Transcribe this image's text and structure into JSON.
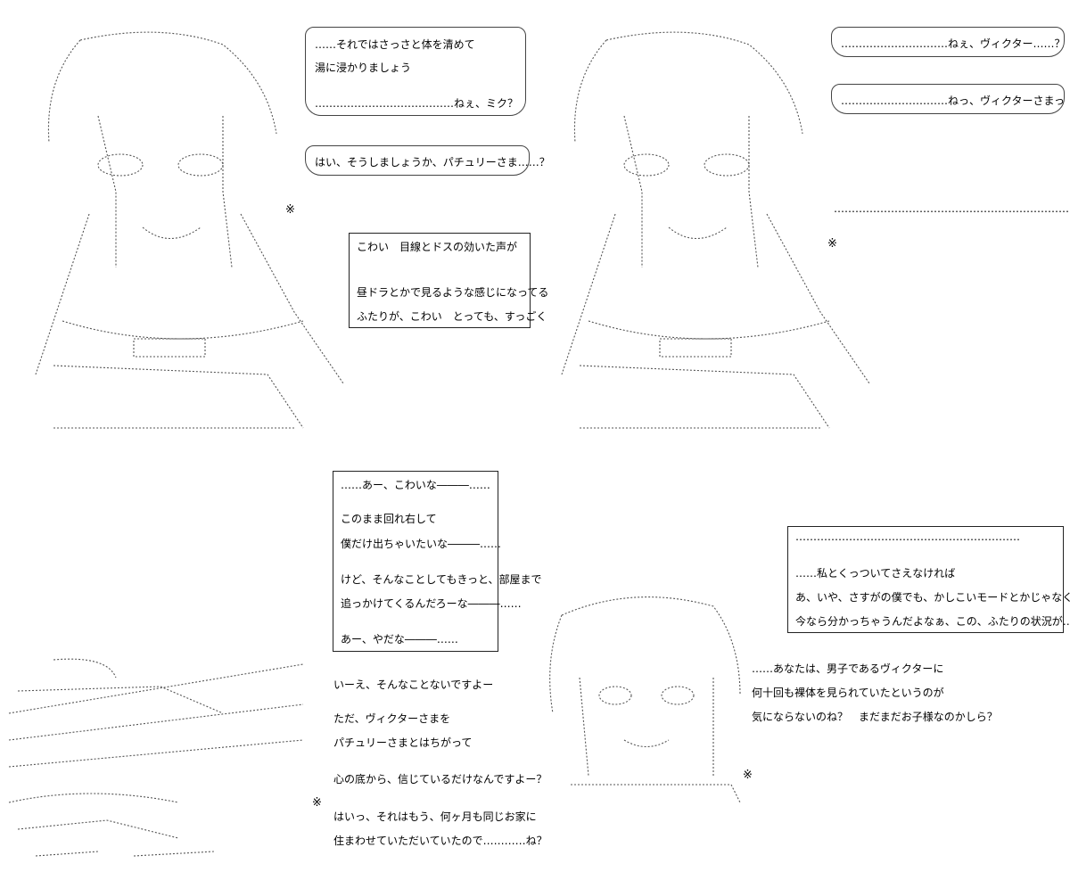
{
  "panels": {
    "top_left": {
      "bubble1": {
        "lines": [
          "……それではさっさと体を清めて",
          "湯に浸かりましょう",
          "…………………………………ねぇ、ミク？"
        ]
      },
      "bubble2": {
        "lines": [
          "はい、そうしましょうか、パチュリーさま……？"
        ]
      },
      "box": {
        "lines": [
          "こわい　目線とドスの効いた声が",
          "昼ドラとかで見るような感じになってる",
          "ふたりが、こわい　とっても、すっごく"
        ]
      }
    },
    "top_right": {
      "bubble1": {
        "lines": [
          "…………………………ねぇ、ヴィクター……？"
        ]
      },
      "bubble2": {
        "lines": [
          "…………………………ねっ、ヴィクターさまっ"
        ]
      },
      "free_text": "…………………………………………………………あ、うん"
    },
    "bottom_left": {
      "box": {
        "lines": [
          "……あー、こわいな―――……",
          "このまま回れ右して",
          "僕だけ出ちゃいたいな―――……",
          "けど、そんなことしてもきっと、部屋まで",
          "追っかけてくるんだろーな―――……",
          "あー、やだな―――……"
        ]
      },
      "lines": [
        "いーえ、そんなことないですよー",
        "ただ、ヴィクターさまを",
        "パチュリーさまとはちがって",
        "心の底から、信じているだけなんですよー？",
        "はいっ、それはもう、何ヶ月も同じお家に",
        "住まわせていただいていたので…………ね？"
      ]
    },
    "bottom_right": {
      "box": {
        "lines": [
          "………………………………………………………",
          "……私とくっついてさえなければ",
          "あ、いや、さすがの僕でも、かしこいモードとかじゃなくても",
          "今なら分かっちゃうんだよなぁ、この、ふたりの状況が……"
        ]
      },
      "lines": [
        "……あなたは、男子であるヴィクターに",
        "何十回も裸体を見られていたというのが",
        "気にならないのね？　まだまだお子様なのかしら？"
      ]
    }
  },
  "marks": [
    "※",
    "※",
    "※",
    "※"
  ]
}
